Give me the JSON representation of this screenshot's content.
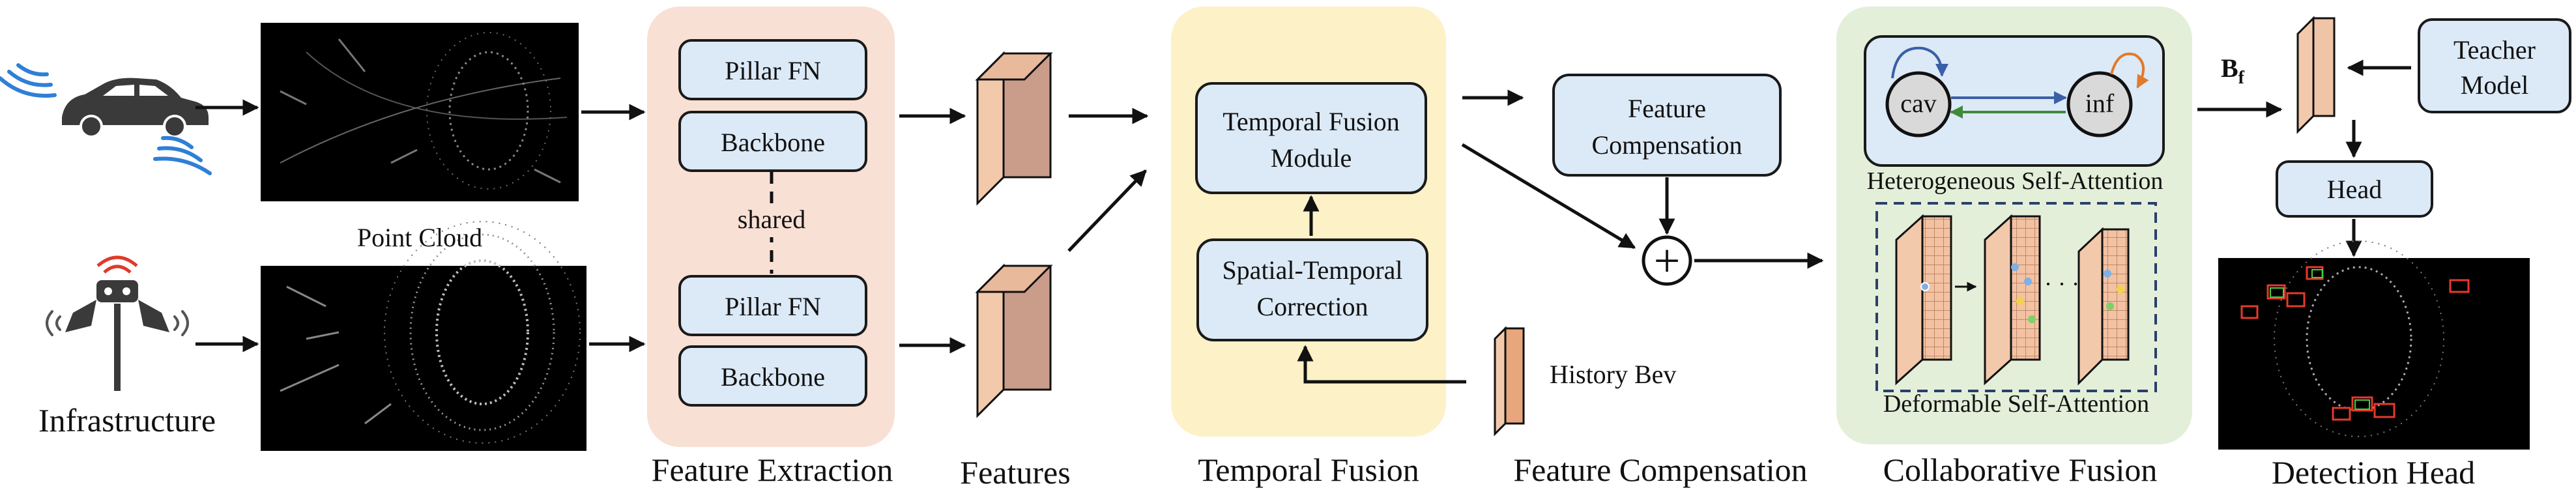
{
  "colors": {
    "extraction_bg": "#f9e0d4",
    "temporal_bg": "#fdf1c7",
    "collab_bg": "#e3efd9",
    "box_fill": "#dce9f6",
    "feature_front": "#c99d8a",
    "feature_side": "#f3c9ac",
    "history_bev": "#e8a67c",
    "signal_blue": "#2f7fd6"
  },
  "inputs": {
    "point_cloud_label": "Point Cloud",
    "infrastructure_label": "Infrastructure"
  },
  "feature_extraction": {
    "pillar_fn_top": "Pillar FN",
    "backbone_top": "Backbone",
    "shared_label": "shared",
    "pillar_fn_bottom": "Pillar FN",
    "backbone_bottom": "Backbone",
    "stage_label": "Feature Extraction"
  },
  "features": {
    "stage_label": "Features"
  },
  "temporal_fusion": {
    "module_line1": "Temporal Fusion",
    "module_line2": "Module",
    "correction_line1": "Spatial-Temporal",
    "correction_line2": "Correction",
    "stage_label": "Temporal Fusion"
  },
  "feature_compensation": {
    "box_line1": "Feature",
    "box_line2": "Compensation",
    "history_label": "History Bev",
    "plus_symbol": "+",
    "stage_label": "Feature Compensation"
  },
  "collaborative_fusion": {
    "cav_label": "cav",
    "inf_label": "inf",
    "hetero_label": "Heterogeneous Self-Attention",
    "deform_label": "Deformable Self-Attention",
    "dots": "· · ·",
    "stage_label": "Collaborative Fusion"
  },
  "detection_head": {
    "bf_main": "B",
    "bf_sub": "f",
    "teacher_line1": "Teacher",
    "teacher_line2": "Model",
    "head_label": "Head",
    "stage_label": "Detection Head"
  }
}
